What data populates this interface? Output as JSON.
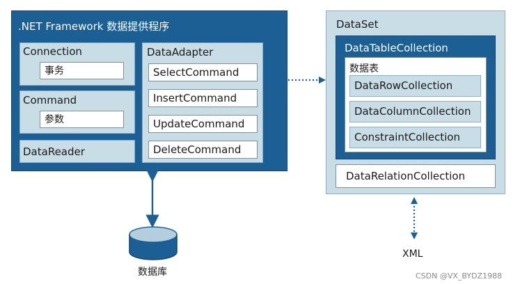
{
  "provider": {
    "title": ".NET Framework 数据提供程序",
    "connection": {
      "label": "Connection",
      "sub": "事务"
    },
    "command": {
      "label": "Command",
      "sub": "参数"
    },
    "datareader": {
      "label": "DataReader"
    },
    "dataadapter": {
      "label": "DataAdapter",
      "commands": [
        "SelectCommand",
        "InsertCommand",
        "UpdateCommand",
        "DeleteCommand"
      ]
    }
  },
  "dataset": {
    "title": "DataSet",
    "tablecollection": {
      "label": "DataTableCollection",
      "table": {
        "label": "数据表",
        "collections": [
          "DataRowCollection",
          "DataColumnCollection",
          "ConstraintCollection"
        ]
      }
    },
    "relation": {
      "label": "DataRelationCollection"
    }
  },
  "database": {
    "label": "数据库"
  },
  "xml": {
    "label": "XML"
  },
  "watermark": "CSDN @VX_BYDZ1988",
  "colors": {
    "dark": "#1b5f95",
    "light": "#c9dde6",
    "arrow": "#1b5f95"
  }
}
